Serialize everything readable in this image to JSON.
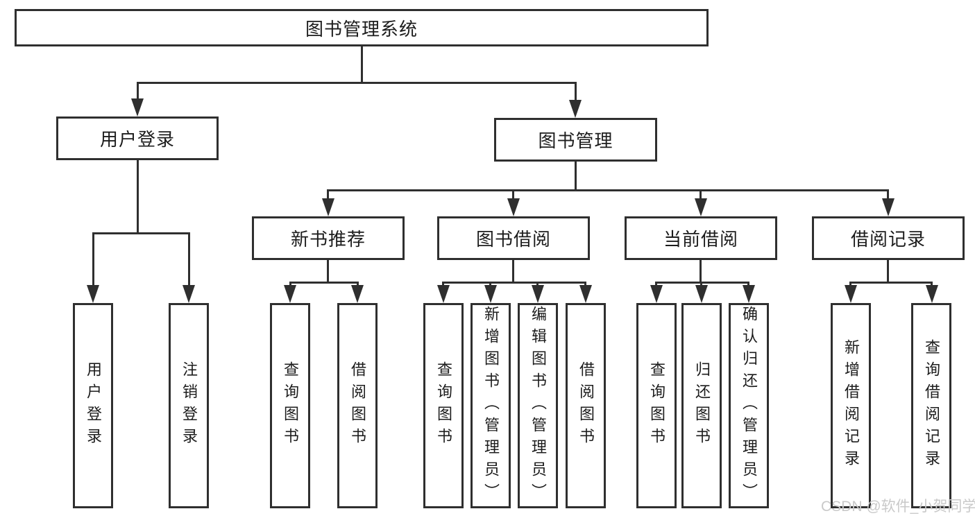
{
  "tree": {
    "root": {
      "label": "图书管理系统"
    },
    "branches": [
      {
        "label": "用户登录",
        "children": [
          {
            "label": "用户登录"
          },
          {
            "label": "注销登录"
          }
        ]
      },
      {
        "label": "图书管理",
        "children": [
          {
            "label": "新书推荐",
            "children": [
              {
                "label": "查询图书"
              },
              {
                "label": "借阅图书"
              }
            ]
          },
          {
            "label": "图书借阅",
            "children": [
              {
                "label": "查询图书"
              },
              {
                "label": "新增图书（管理员）"
              },
              {
                "label": "编辑图书（管理员）"
              },
              {
                "label": "借阅图书"
              }
            ]
          },
          {
            "label": "当前借阅",
            "children": [
              {
                "label": "查询图书"
              },
              {
                "label": "归还图书"
              },
              {
                "label": "确认归还（管理员）"
              }
            ]
          },
          {
            "label": "借阅记录",
            "children": [
              {
                "label": "新增借阅记录"
              },
              {
                "label": "查询借阅记录"
              }
            ]
          }
        ]
      }
    ]
  },
  "watermark": {
    "text": "CSDN @软件_小贺同学"
  },
  "colors": {
    "line": "#2f2f2f",
    "text": "#1c1c1c",
    "background": "#ffffff",
    "watermark": "#c9c9c9"
  }
}
